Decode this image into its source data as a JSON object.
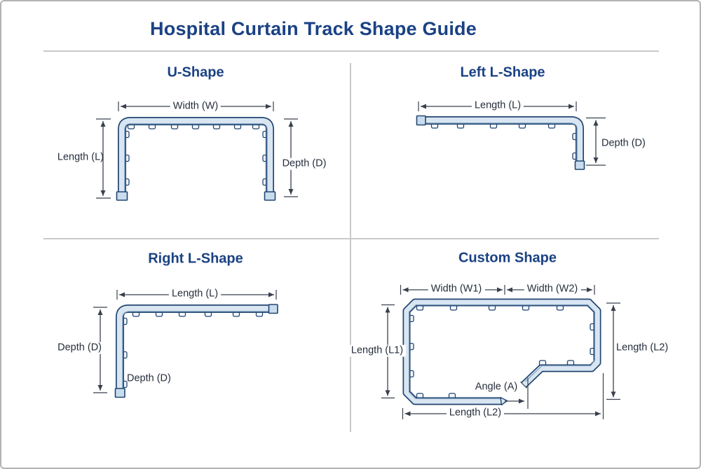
{
  "title": "Hospital Curtain Track Shape Guide",
  "colors": {
    "heading_blue": "#1a4284",
    "dim_text": "#262e3c",
    "track_outline": "#224670",
    "track_fill": "#d9e6f2",
    "tab_fill": "#f4f8fc",
    "cap_fill": "#c8dcee",
    "channel_line": "#7f9ec0",
    "dim_line": "#39404e",
    "divider_gray": "#c9c9c9"
  },
  "sections": {
    "u_shape": {
      "heading": "U-Shape",
      "width_label": "Width (W)",
      "length_label": "Length (L)",
      "depth_label": "Depth (D)"
    },
    "left_l_shape": {
      "heading": "Left L-Shape",
      "length_label": "Length (L)",
      "depth_label": "Depth (D)"
    },
    "right_l_shape": {
      "heading": "Right L-Shape",
      "length_label": "Length (L)",
      "depth_label_outer": "Depth (D)",
      "depth_label_inner": "Depth (D)"
    },
    "custom_shape": {
      "heading": "Custom Shape",
      "width1_label": "Width (W1)",
      "width2_label": "Width (W2)",
      "length1_label": "Length (L1)",
      "length2_right_label": "Length (L2)",
      "length2_bottom_label": "Length (L2)",
      "angle_label": "Angle (A)"
    }
  }
}
